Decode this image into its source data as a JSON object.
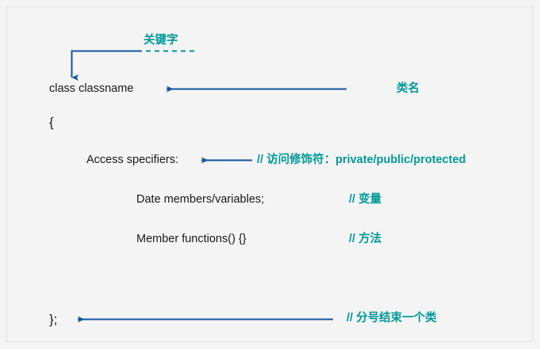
{
  "diagram": {
    "title": "C++ class declaration structure",
    "background_color": "#f4f4f4",
    "border_color": "#e2e2e2",
    "code_color": "#1a1a1a",
    "annotation_color": "#009999",
    "arrow_color": "#12559e",
    "dashed_color": "#0b8f99"
  },
  "code_lines": {
    "class_decl": "class classname",
    "open_brace": "{",
    "access_specifiers": "Access specifiers:",
    "data_members": "Date members/variables;",
    "member_functions": "Member functions() {}",
    "close_brace": "};"
  },
  "annotations": {
    "keyword": "关键字",
    "class_name": "类名",
    "access_modifier": "// 访问修饰符：private/public/protected",
    "variable": "// 变量",
    "method": "// 方法",
    "semicolon_ends_class": "// 分号结束一个类"
  },
  "connectors": {
    "keyword_arrow": "arrow pointing down to class keyword",
    "class_name_arrow": "arrow pointing left to class classname",
    "access_arrow": "arrow pointing left to Access specifiers",
    "close_brace_arrow": "arrow pointing left to closing brace"
  }
}
